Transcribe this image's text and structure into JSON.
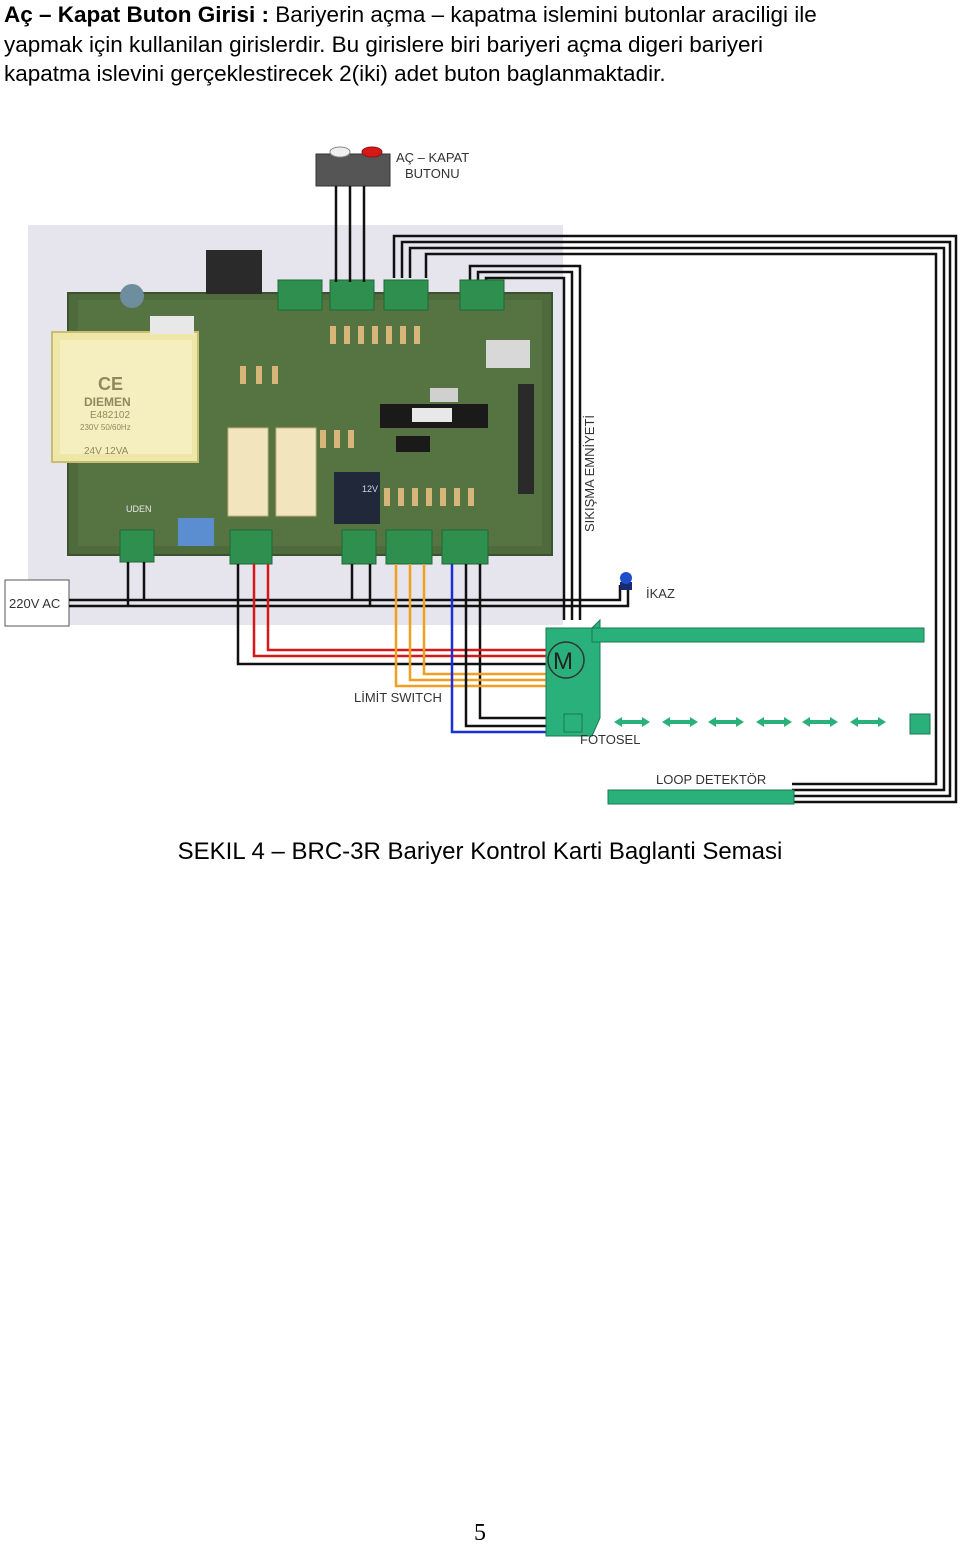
{
  "intro": {
    "heading": "Aç – Kapat Buton Girisi :",
    "line1_rest": " Bariyerin  açma – kapatma islemini butonlar araciligi ile",
    "line2": "yapmak için kullanilan girislerdir. Bu girislere biri bariyeri açma digeri bariyeri",
    "line3": "kapatma islevini gerçeklestirecek 2(iki) adet buton baglanmaktadir."
  },
  "diagram": {
    "labels": {
      "button_line1": "AÇ – KAPAT",
      "button_line2": "BUTONU",
      "power": "220V AC",
      "warning": "İKAZ",
      "squeeze": "SIKIŞMA EMNİYETİ",
      "limit": "LİMİT SWITCH",
      "photocell": "FOTOSEL",
      "loop": "LOOP DETEKTÖR",
      "motor": "M"
    },
    "board_text": {
      "brand": "DIEMEN",
      "model": "E482102",
      "spec1": "230V 50/60Hz",
      "spec2": "24V  12VA",
      "ce": "CE",
      "uden": "UDEN",
      "relay": "12V"
    },
    "colors": {
      "board_green": "#4f6b3c",
      "terminal_green": "#2f8f4f",
      "barrier_green": "#2ab07a",
      "wire_black": "#111111",
      "wire_red": "#d81818",
      "wire_orange": "#f0a020",
      "wire_blue": "#1a2fd8",
      "transformer": "#efe7a8"
    }
  },
  "caption": "SEKIL 4 – BRC-3R Bariyer Kontrol Karti Baglanti Semasi",
  "page_number": "5"
}
